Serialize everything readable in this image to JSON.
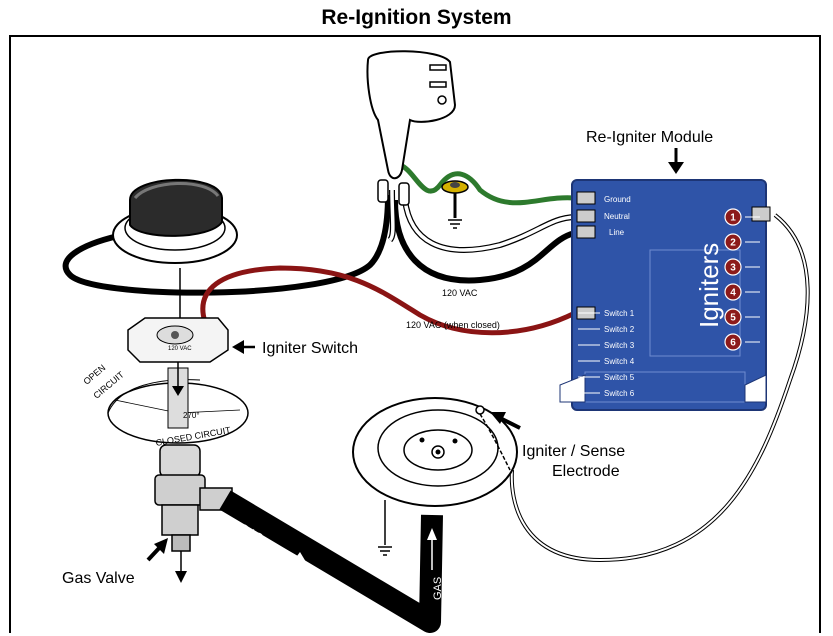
{
  "title": "Re-Ignition System",
  "labels": {
    "re_igniter_module": "Re-Igniter Module",
    "igniter_switch": "Igniter Switch",
    "igniter_sense_line1": "Igniter / Sense",
    "igniter_sense_line2": "Electrode",
    "gas_valve": "Gas Valve",
    "vac_120": "120 VAC",
    "vac_120_closed": "120 VAC (when closed)",
    "gas": "GAS",
    "open_circuit_line1": "OPEN",
    "open_circuit_line2": "CIRCUIT",
    "closed_circuit": "CLOSED CIRCUIT",
    "angle": "270°",
    "switch_body": "120 VAC"
  },
  "module": {
    "title": "Igniters",
    "terminals": [
      "Ground",
      "Neutral",
      "Line"
    ],
    "switches": [
      "Switch 1",
      "Switch 2",
      "Switch 3",
      "Switch 4",
      "Switch 5",
      "Switch 6"
    ],
    "igniters": [
      "1",
      "2",
      "3",
      "4",
      "5",
      "6"
    ],
    "color": "#2f54a8",
    "igniter_badge_color": "#8c1a1a"
  },
  "colors": {
    "ground_wire": "#2d7a2d",
    "switch_wire": "#8a1414",
    "line_wire": "#000000"
  }
}
